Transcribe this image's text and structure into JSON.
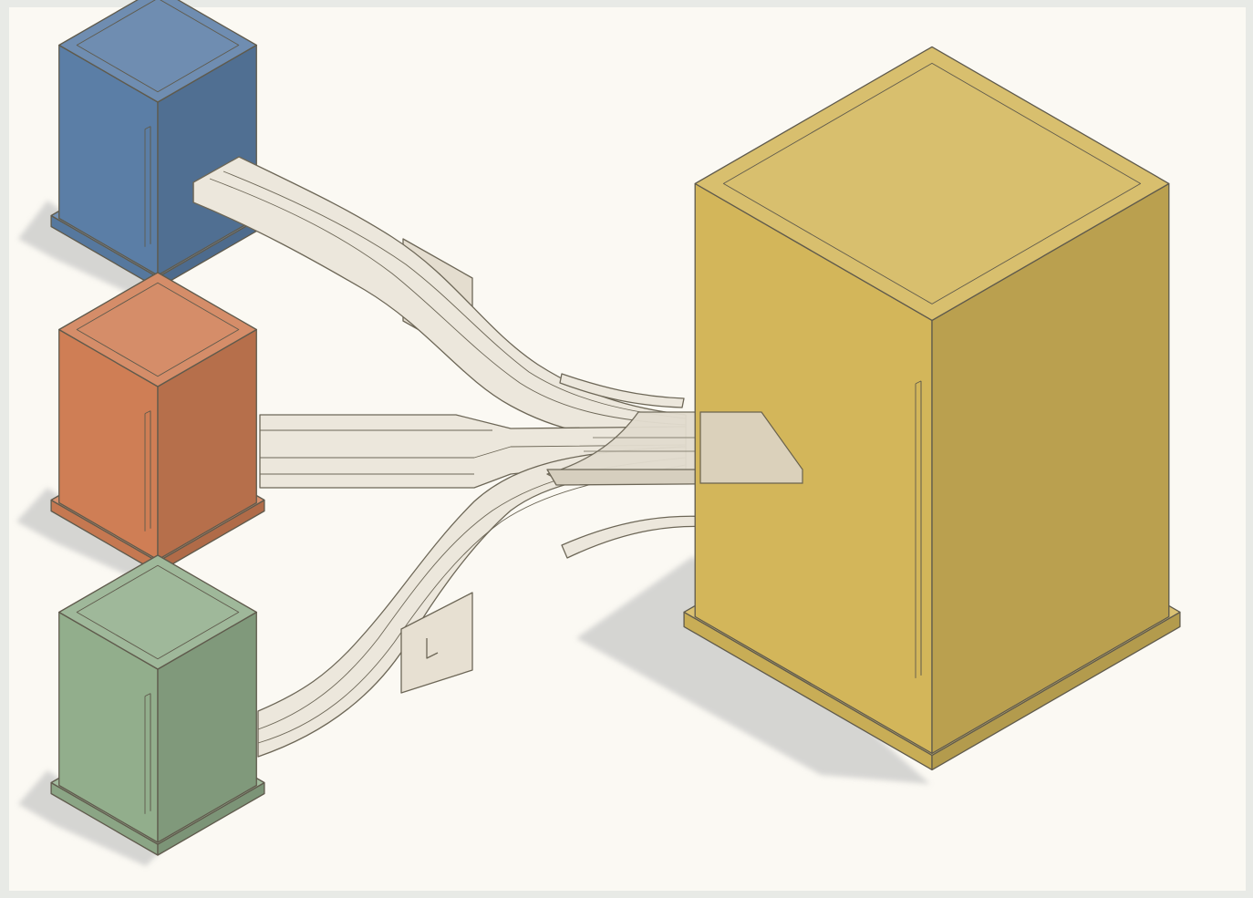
{
  "colors": {
    "background": "#fbf9f3",
    "frame": "#e8eae6",
    "shadow": "#cfcfcd",
    "outline": "#5f5a4c",
    "stream_fill": "#ece7dc",
    "stream_light": "#f4f1ea",
    "stream_dark": "#d9d2c4",
    "source_blue": "#5b7ea6",
    "source_orange": "#cf7e55",
    "source_green": "#92ae8c",
    "target_yellow": "#d3b65a"
  },
  "sources": [
    {
      "name": "blue-source-cube",
      "color_key": "source_blue"
    },
    {
      "name": "orange-source-cube",
      "color_key": "source_orange"
    },
    {
      "name": "green-source-cube",
      "color_key": "source_green"
    }
  ],
  "target": {
    "name": "yellow-target-cube",
    "color_key": "target_yellow"
  }
}
